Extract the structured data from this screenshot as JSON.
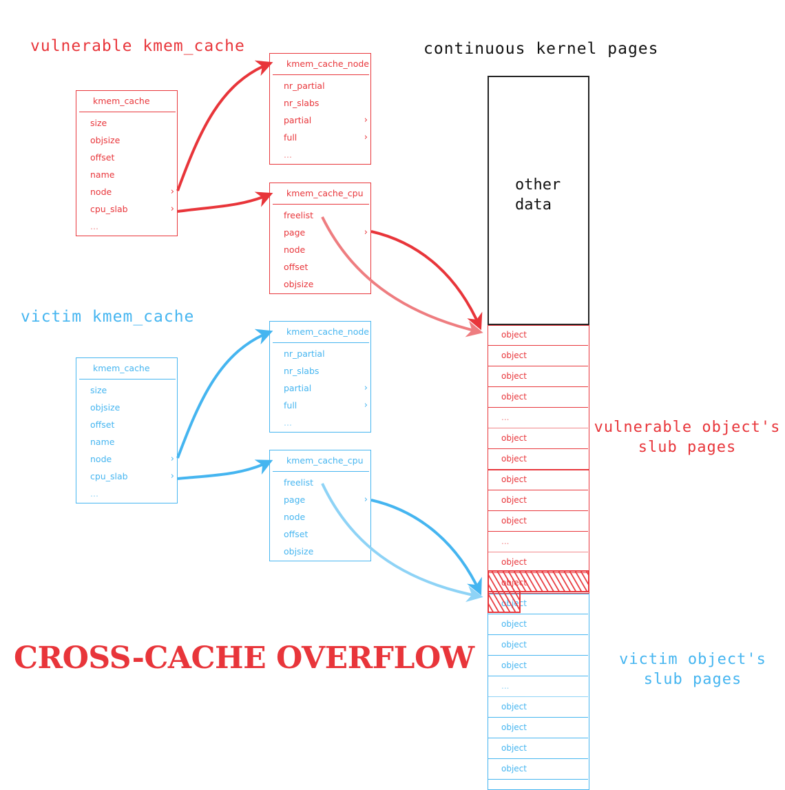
{
  "headings": {
    "vulnerable": "vulnerable kmem_cache",
    "victim": "victim kmem_cache",
    "memory": "continuous kernel pages",
    "vulnerable_pages": [
      "vulnerable object's",
      "slub pages"
    ],
    "victim_pages": [
      "victim object's",
      "slub pages"
    ]
  },
  "title": "CROSS-CACHE OVERFLOW",
  "structs": {
    "kmem_cache": {
      "title": "kmem_cache",
      "fields": [
        "size",
        "objsize",
        "offset",
        "name",
        "node",
        "cpu_slab",
        "..."
      ]
    },
    "kmem_cache_node": {
      "title": "kmem_cache_node",
      "fields": [
        "nr_partial",
        "nr_slabs",
        "partial",
        "full",
        "..."
      ]
    },
    "kmem_cache_cpu": {
      "title": "kmem_cache_cpu",
      "fields": [
        "freelist",
        "page",
        "node",
        "offset",
        "objsize"
      ]
    }
  },
  "memory": {
    "other_data": [
      "other",
      "data"
    ],
    "object_label": "object",
    "ellipsis": "..."
  },
  "colors": {
    "vulnerable": "#e8353a",
    "victim": "#45b5f0",
    "neutral": "#111111"
  }
}
